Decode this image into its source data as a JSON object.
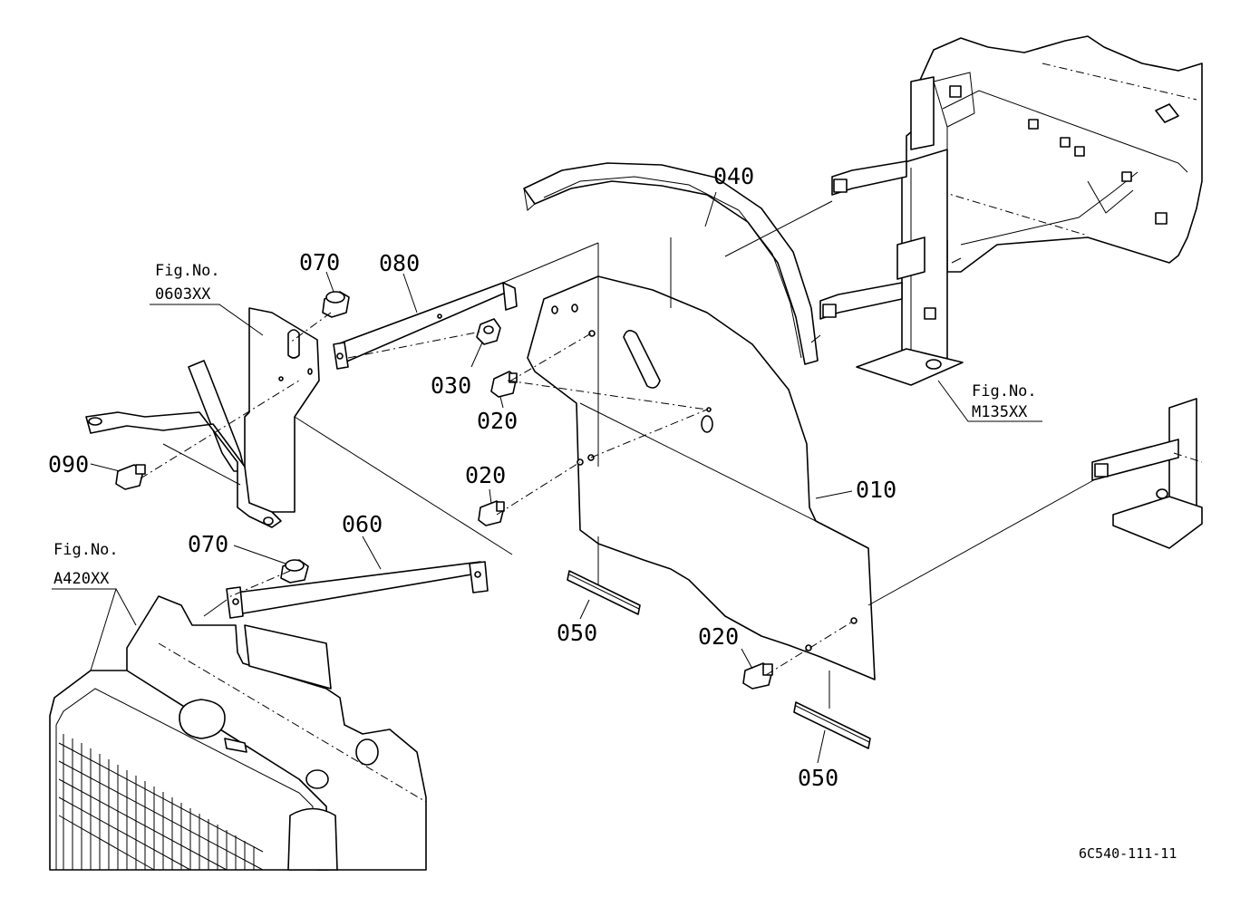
{
  "diagram": {
    "drawing_code": "6C540-111-11",
    "figure_references": [
      {
        "id": "ref1",
        "label": "Fig.No.",
        "number": "0603XX"
      },
      {
        "id": "ref2",
        "label": "Fig.No.",
        "number": "M135XX"
      },
      {
        "id": "ref3",
        "label": "Fig.No.",
        "number": "A420XX"
      }
    ],
    "callouts": [
      {
        "id": "c040",
        "text": "040"
      },
      {
        "id": "c070a",
        "text": "070"
      },
      {
        "id": "c080",
        "text": "080"
      },
      {
        "id": "c030",
        "text": "030"
      },
      {
        "id": "c020a",
        "text": "020"
      },
      {
        "id": "c090",
        "text": "090"
      },
      {
        "id": "c020b",
        "text": "020"
      },
      {
        "id": "c010",
        "text": "010"
      },
      {
        "id": "c060",
        "text": "060"
      },
      {
        "id": "c070b",
        "text": "070"
      },
      {
        "id": "c050a",
        "text": "050"
      },
      {
        "id": "c020c",
        "text": "020"
      },
      {
        "id": "c050b",
        "text": "050"
      }
    ]
  }
}
